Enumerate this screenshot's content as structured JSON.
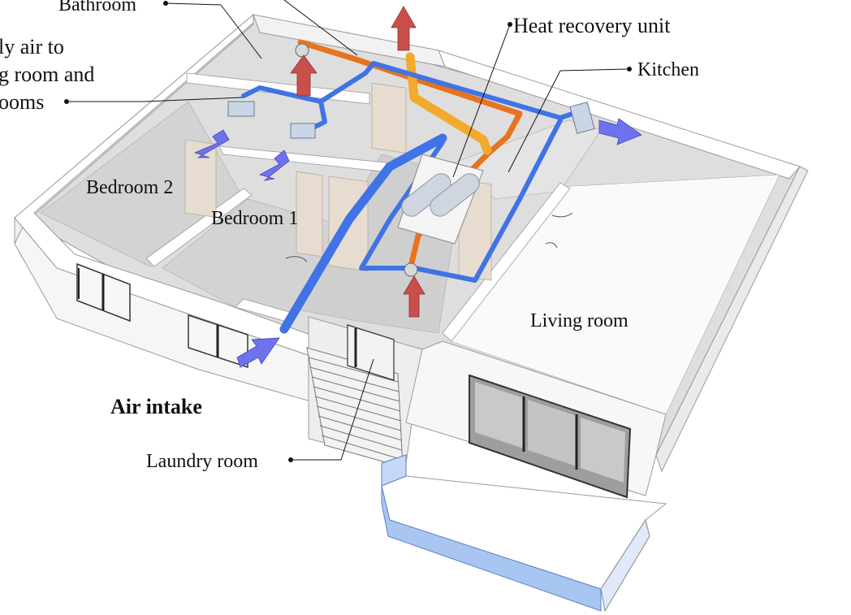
{
  "labels": {
    "bathroom": "Bathroom",
    "supply_line1": "ly air to",
    "supply_line2": "g room and",
    "supply_line3": "ooms",
    "heat_recovery_unit": "Heat recovery unit",
    "kitchen": "Kitchen",
    "bedroom2": "Bedroom 2",
    "bedroom1": "Bedroom 1",
    "living_room": "Living room",
    "air_intake": "Air intake",
    "laundry_room": "Laundry room"
  },
  "colors": {
    "supply_duct": "#3f73e6",
    "exhaust_duct": "#e8731e",
    "exhaust_duct_light": "#f3a92c",
    "exhaust_arrow": "#c9504a",
    "supply_arrow": "#6f72ee",
    "floor": "#d9d9d9",
    "wall": "#f4f4f4",
    "balcony_glass": "#a9c5f2"
  }
}
